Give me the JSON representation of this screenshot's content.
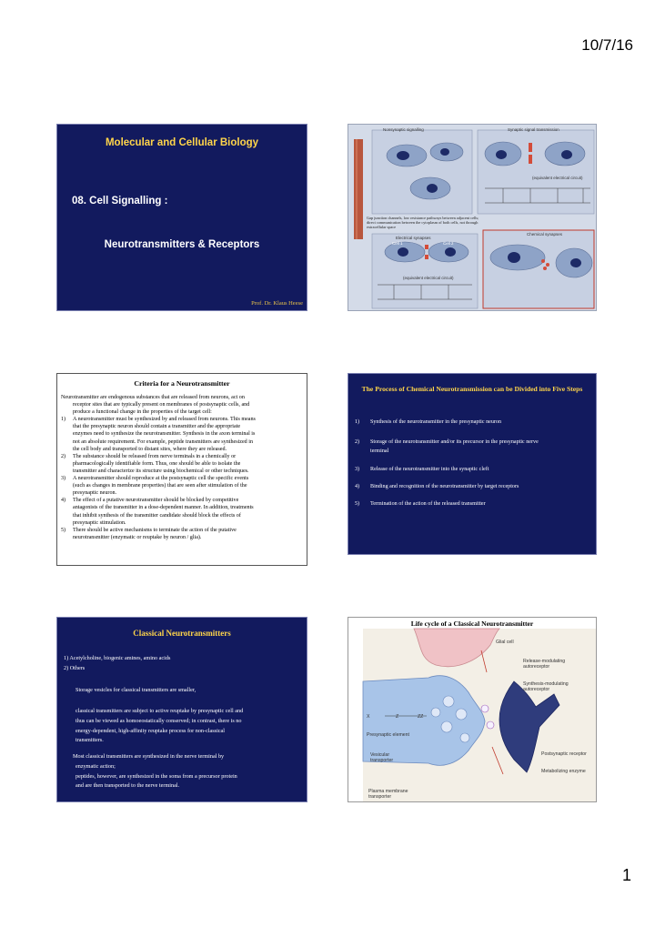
{
  "header": {
    "date": "10/7/16"
  },
  "footer": {
    "page_number": "1"
  },
  "slide1": {
    "course": "Molecular and Cellular Biology",
    "chapter": "08. Cell Signalling :",
    "topic": "Neurotransmitters & Receptors",
    "author": "Prof. Dr. Klaus Heese"
  },
  "slide2": {
    "label_a": "Nonsynaptic signalling",
    "label_b": "Synaptic signal transmission",
    "equiv_top": "(equivalent electrical circuit)",
    "gap_text": "Gap junction channels, low resistance pathways between adjacent cells; direct communication between the cytoplasm of both cells, not through extracellular space",
    "electrical": "Electrical synapses",
    "chemical": "Chemical synapses",
    "cell1": "Cell 1",
    "cell2": "Cell 2",
    "equiv_bottom": "(equivalent electrical circuit)"
  },
  "slide3": {
    "title": "Criteria for a Neurotransmitter",
    "intro_1": "Neurotransmitter are endogenous substances that are released from neurons, act on",
    "intro_2": "receptor sites that are typically present on membranes of postsynaptic cells, and",
    "intro_3": "produce a functional change in the properties of the target cell:",
    "items": [
      {
        "n": "1)",
        "lines": [
          "A neurotransmitter must be synthesized by and released from neurons. This means",
          "that the presynaptic neuron should contain a transmitter and the appropriate",
          "enzymes need to synthesize the neurotransmitter. Synthesis in the axon terminal is",
          "not an absolute requirement. For example, peptide transmitters are synthesized in",
          "the cell body and transported to distant sites, where they are released."
        ]
      },
      {
        "n": "2)",
        "lines": [
          "The substance should be released from nerve terminals in a chemically or",
          "pharmacologically identifiable form. Thus, one should be able to isolate the",
          "transmitter and characterize its structure using biochemical or other techniques."
        ]
      },
      {
        "n": "3)",
        "lines": [
          "A neurotransmitter should reproduce at the postsynaptic cell the specific events",
          "(such as changes in membrane properties) that are seen after stimulation of the",
          "presynaptic neuron."
        ]
      },
      {
        "n": "4)",
        "lines": [
          "The effect of a putative neurotransmitter should be blocked by competitive",
          "antagonists of the transmitter in a dose-dependent manner. In addition, treatments",
          "that inhibit synthesis of the transmitter candidate should block the effects of",
          "presynaptic stimulation."
        ]
      },
      {
        "n": "5)",
        "lines": [
          "There should be active mechanisms to terminate the action of the putative",
          "neurotransmitter (enzymatic or reuptake by neuron / glia)."
        ]
      }
    ]
  },
  "slide4": {
    "title": "The Process of Chemical Neurotransmission can be Divided into Five Steps",
    "steps": [
      {
        "n": "1)",
        "lines": [
          "Synthesis of the neurotransmitter in the presynaptic neuron"
        ]
      },
      {
        "n": "2)",
        "lines": [
          "Storage of the neurotransmitter and/or its precursor in the presynaptic nerve",
          "terminal"
        ]
      },
      {
        "n": "3)",
        "lines": [
          "Release of the neurotransmitter into the synaptic cleft"
        ]
      },
      {
        "n": "4)",
        "lines": [
          "Binding and recognition of the neurotransmitter by target receptors"
        ]
      },
      {
        "n": "5)",
        "lines": [
          "Termination of the action of the released transmitter"
        ]
      }
    ]
  },
  "slide5": {
    "title": "Classical Neurotransmitters",
    "item1": "1)   Acetylcholine, biogenic amines, amino acids",
    "item2": "2)   Others",
    "p1": "Storage vesicles for classical transmitters are smaller,",
    "p2_1": "classical transmitters are subject to active reuptake by presynaptic cell and",
    "p2_2": "thus can be viewed as homoeostatically conserved; in contrast, there is no",
    "p2_3": "energy-dependent, high-affinity reuptake process for non-classical",
    "p2_4": "transmitters.",
    "p3_1": "Most classical transmitters are synthesized in the nerve terminal by",
    "p3_2": "enzymatic action;",
    "p3_3": "peptides, however, are synthesized in the soma from a precursor protein",
    "p3_4": "and are then transported to the nerve terminal."
  },
  "slide6": {
    "title": "Life cycle of a Classical Neurotransmitter",
    "glial": "Glial cell",
    "release_1": "Release-modulating",
    "release_2": "autoreceptor",
    "synthesis_1": "Synthesis-modulating",
    "synthesis_2": "autoreceptor",
    "presynaptic": "Presynaptic element",
    "vesicular_1": "Vesicular",
    "vesicular_2": "transporter",
    "postsynaptic": "Postsynaptic receptor",
    "metabolizing": "Metabolizing enzyme",
    "plasma_1": "Plasma membrane",
    "plasma_2": "transporter",
    "x": "X",
    "z": "Z",
    "zz": "ZZ"
  }
}
